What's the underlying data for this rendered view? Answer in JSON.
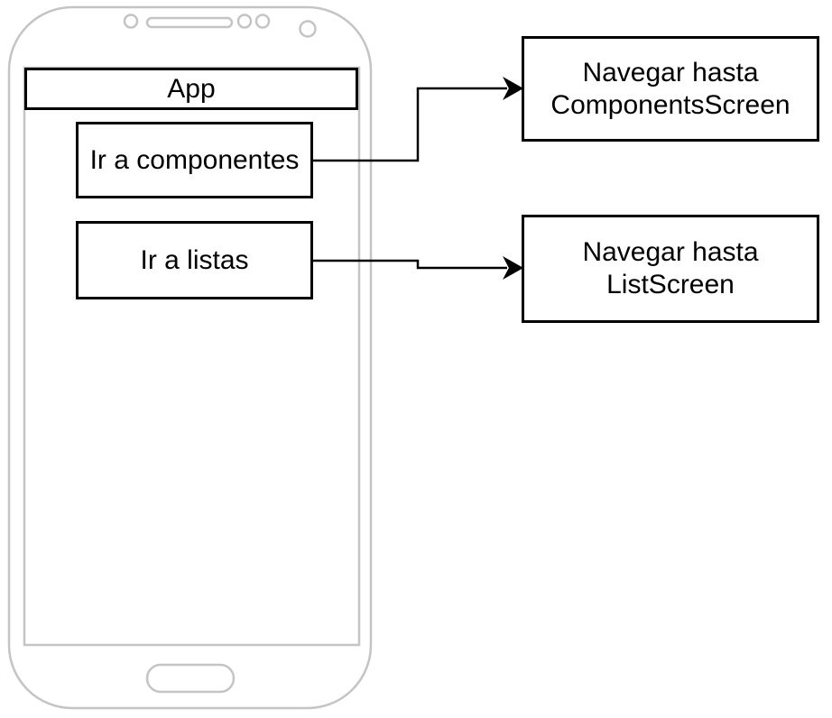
{
  "phone": {
    "app_bar": {
      "title": "App"
    },
    "buttons": [
      {
        "label": "Ir a componentes"
      },
      {
        "label": "Ir a listas"
      }
    ],
    "chrome_icons": [
      "camera-dot-icon",
      "earpiece-speaker-icon",
      "sensor-dot-icon",
      "sensor-dot-icon",
      "front-camera-icon",
      "home-button"
    ]
  },
  "annotations": [
    {
      "line1": "Navegar hasta",
      "line2": "ComponentsScreen"
    },
    {
      "line1": "Navegar hasta",
      "line2": "ListScreen"
    }
  ],
  "colors": {
    "shape_stroke": "#000000",
    "phone_chrome": "#c4c4c4",
    "arrow": "#000000",
    "background": "#ffffff",
    "text": "#000000"
  }
}
